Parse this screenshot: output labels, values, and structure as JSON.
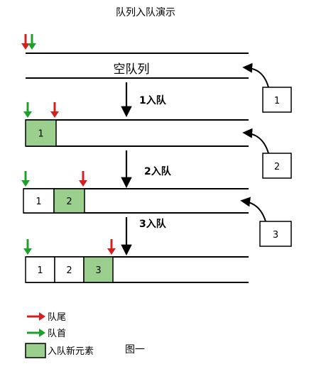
{
  "title": "队列入队演示",
  "empty_label": "空队列",
  "steps": [
    {
      "label": "1入队"
    },
    {
      "label": "2入队"
    },
    {
      "label": "3入队"
    }
  ],
  "incoming": [
    "1",
    "2",
    "3"
  ],
  "queue_states": [
    [],
    [
      {
        "value": "1",
        "is_new": true
      }
    ],
    [
      {
        "value": "1",
        "is_new": false
      },
      {
        "value": "2",
        "is_new": true
      }
    ],
    [
      {
        "value": "1",
        "is_new": false
      },
      {
        "value": "2",
        "is_new": false
      },
      {
        "value": "3",
        "is_new": true
      }
    ]
  ],
  "legend": {
    "tail": "队尾",
    "head": "队首",
    "new_element": "入队新元素"
  },
  "caption": "图一",
  "colors": {
    "tail_arrow": "#d22020",
    "head_arrow": "#1fa02a",
    "new_fill": "#9bcf8d",
    "line": "#000000"
  }
}
